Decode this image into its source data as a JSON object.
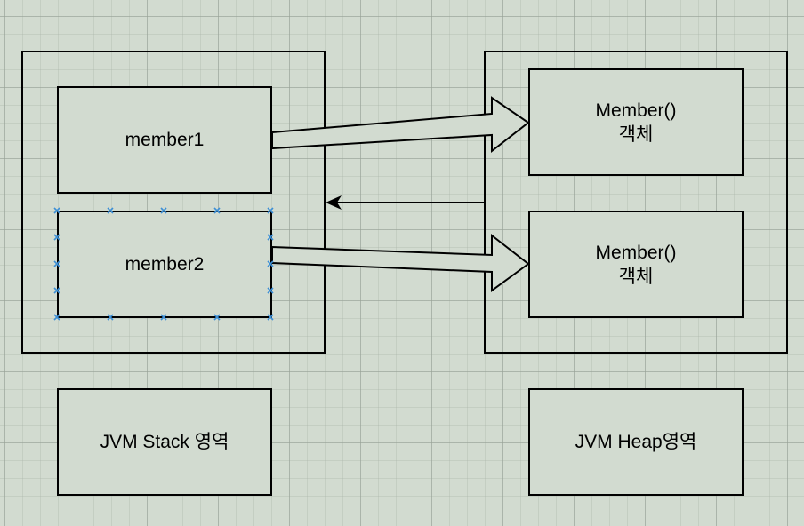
{
  "stack": {
    "label": "JVM Stack 영역",
    "vars": [
      {
        "name": "member1"
      },
      {
        "name": "member2"
      }
    ]
  },
  "heap": {
    "label": "JVM Heap영역",
    "objects": [
      {
        "line1": "Member()",
        "line2": "객체"
      },
      {
        "line1": "Member()",
        "line2": "객체"
      }
    ]
  },
  "colors": {
    "background": "#d2dbd0",
    "grid": "#a8b2a6",
    "stroke": "#000000",
    "selection_handle": "#3d8fd6"
  }
}
